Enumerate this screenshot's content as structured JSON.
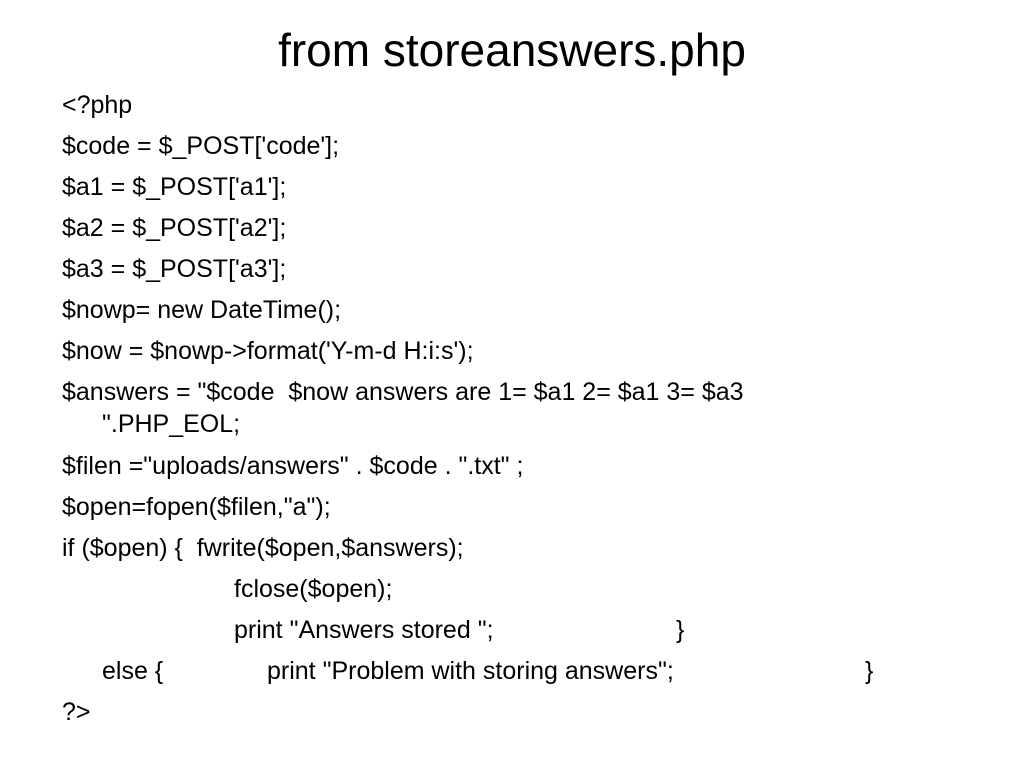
{
  "slide": {
    "title": "from storeanswers.php",
    "code_lines": [
      "<?php",
      "$code = $_POST['code'];",
      "$a1 = $_POST['a1'];",
      "$a2 = $_POST['a2'];",
      "$a3 = $_POST['a3'];",
      "$nowp= new DateTime();",
      "$now = $nowp->format('Y-m-d H:i:s');",
      "$answers = \"$code  $now answers are 1= $a1 2= $a1 3= $a3",
      "\".PHP_EOL;",
      "$filen =\"uploads/answers\" . $code . \".txt\" ;",
      "$open=fopen($filen,\"a\");",
      "if ($open) {  fwrite($open,$answers);",
      "fclose($open);",
      "print \"Answers stored \";",
      "}",
      "else {",
      "print \"Problem with storing answers\";",
      "}",
      "?>"
    ]
  }
}
